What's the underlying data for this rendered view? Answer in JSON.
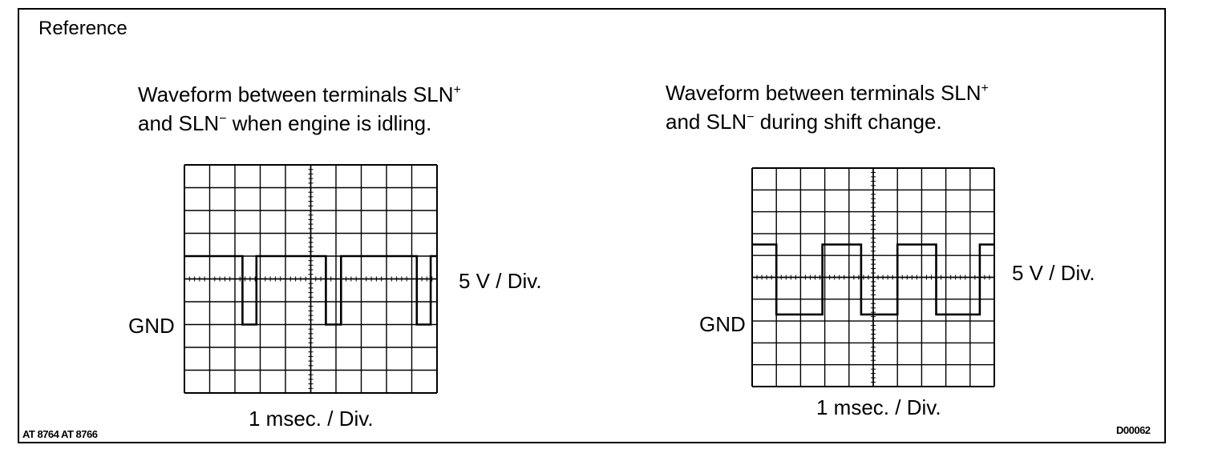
{
  "header": "Reference",
  "panels": [
    {
      "caption_line1": "Waveform between terminals SLN",
      "caption_line1_sup": "+",
      "caption_line2_a": "and SLN",
      "caption_line2_sup": "−",
      "caption_line2_b": " when engine is idling.",
      "voltage_scale": "5 V / Div.",
      "time_scale": "1 msec. / Div.",
      "ground_label": "GND"
    },
    {
      "caption_line1": "Waveform between terminals SLN",
      "caption_line1_sup": "+",
      "caption_line2_a": "and SLN",
      "caption_line2_sup": "−",
      "caption_line2_b": " during shift change.",
      "voltage_scale": "5 V / Div.",
      "time_scale": "1 msec. / Div.",
      "ground_label": "GND"
    }
  ],
  "footer": {
    "left_codes": "AT 8764  AT 8766",
    "right_code": "D00062"
  },
  "waveforms": [
    {
      "grid_cols": 10,
      "grid_rows": 10,
      "high_div": 6,
      "low_div": 3,
      "points": [
        [
          0,
          6
        ],
        [
          2.3,
          6
        ],
        [
          2.3,
          3
        ],
        [
          2.85,
          3
        ],
        [
          2.85,
          6
        ],
        [
          5.6,
          6
        ],
        [
          5.6,
          3
        ],
        [
          6.2,
          3
        ],
        [
          6.2,
          6
        ],
        [
          9.2,
          6
        ],
        [
          9.2,
          3
        ],
        [
          9.75,
          3
        ],
        [
          9.75,
          6
        ],
        [
          10,
          6
        ]
      ]
    },
    {
      "grid_cols": 10,
      "grid_rows": 10,
      "high_div": 6.5,
      "low_div": 3.3,
      "points": [
        [
          0,
          6.5
        ],
        [
          1,
          6.5
        ],
        [
          1,
          3.3
        ],
        [
          2.9,
          3.3
        ],
        [
          2.9,
          6.5
        ],
        [
          4.5,
          6.5
        ],
        [
          4.5,
          3.3
        ],
        [
          6,
          3.3
        ],
        [
          6,
          6.5
        ],
        [
          7.6,
          6.5
        ],
        [
          7.6,
          3.3
        ],
        [
          9.4,
          3.3
        ],
        [
          9.4,
          6.5
        ],
        [
          10,
          6.5
        ]
      ]
    }
  ]
}
